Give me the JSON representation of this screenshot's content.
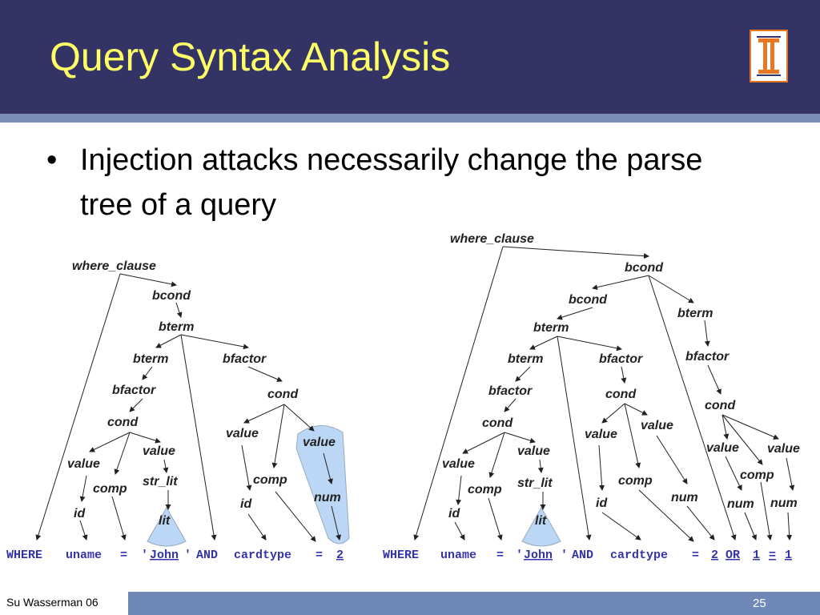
{
  "title": "Query Syntax Analysis",
  "logo_glyph": "I",
  "bullet": {
    "symbol": "•",
    "text": "Injection attacks necessarily change the parse tree of a query"
  },
  "left_tree": {
    "nodes": [
      "where_clause",
      "bcond",
      "bterm",
      "bterm",
      "bfactor",
      "bfactor",
      "cond",
      "cond",
      "value",
      "value",
      "comp",
      "str_lit",
      "lit",
      "id",
      "value",
      "comp",
      "id",
      "value",
      "num"
    ],
    "tokens": [
      "WHERE",
      "uname",
      "=",
      "'",
      "John",
      "'",
      "AND",
      "cardtype",
      "=",
      "2"
    ]
  },
  "right_tree": {
    "nodes": [
      "where_clause",
      "bcond",
      "bcond",
      "bterm",
      "bterm",
      "bterm",
      "bfactor",
      "bfactor",
      "bfactor",
      "cond",
      "cond",
      "cond",
      "value",
      "value",
      "comp",
      "str_lit",
      "lit",
      "id",
      "value",
      "comp",
      "id",
      "num",
      "value",
      "value",
      "comp",
      "num",
      "num"
    ],
    "tokens": [
      "WHERE",
      "uname",
      "=",
      "'",
      "John",
      "'",
      "AND",
      "cardtype",
      "=",
      "2",
      "OR",
      "1",
      "=",
      "1"
    ]
  },
  "footer": {
    "author": "Su Wasserman 06",
    "page": "25"
  },
  "colors": {
    "header": "#333366",
    "title": "#ffff66",
    "highlight": "#bcd7f5",
    "token": "#3333aa",
    "footer": "#7088b8"
  }
}
